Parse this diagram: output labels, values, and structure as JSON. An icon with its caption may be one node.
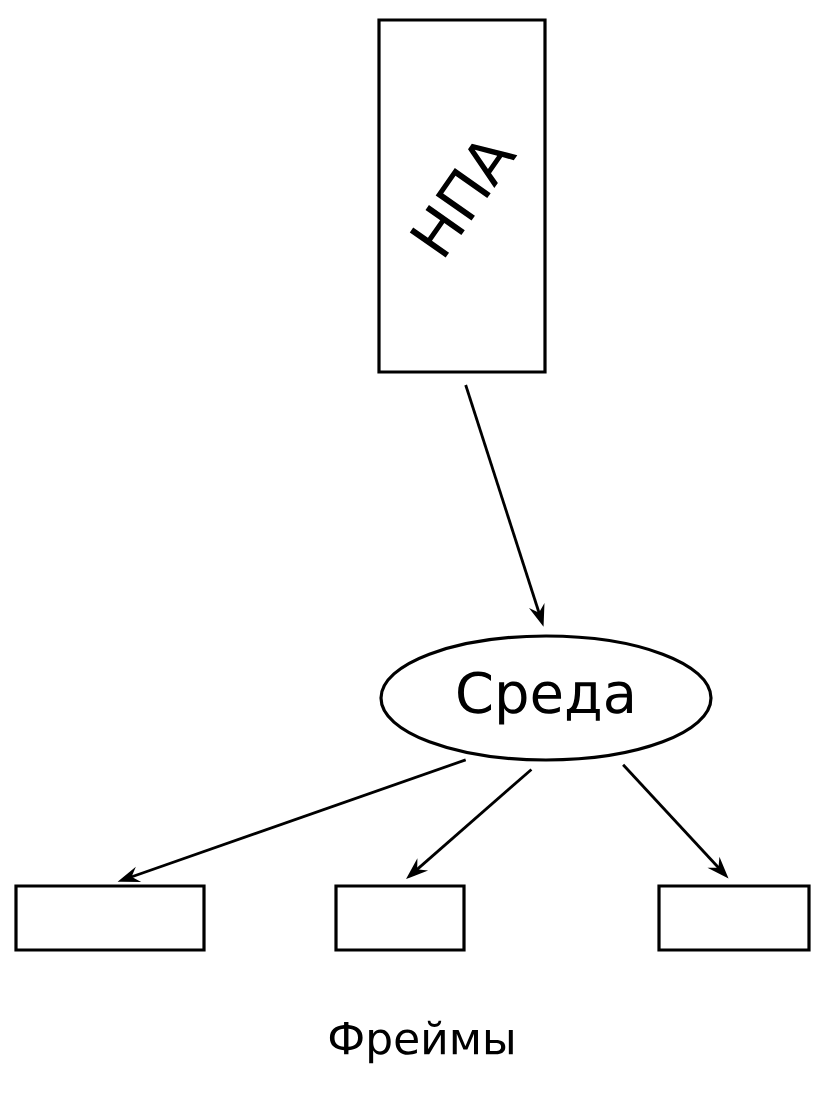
{
  "diagram": {
    "nodes": [
      {
        "text": [
          "НПА"
        ]
      },
      {
        "text": [
          "Среда"
        ]
      },
      {
        "text": [],
        "shape": "box"
      },
      {
        "text": [],
        "shape": "box"
      },
      {
        "text": [],
        "shape": "box"
      }
    ],
    "edges": [
      {
        "from": 0,
        "to": 1,
        "arrow": "to"
      },
      {
        "from": 1,
        "to": 2,
        "arrow": "to"
      },
      {
        "from": 1,
        "to": 3,
        "arrow": "to"
      },
      {
        "from": 1,
        "to": 4,
        "arrow": "to"
      }
    ],
    "labels": [
      "Фреймы"
    ]
  }
}
